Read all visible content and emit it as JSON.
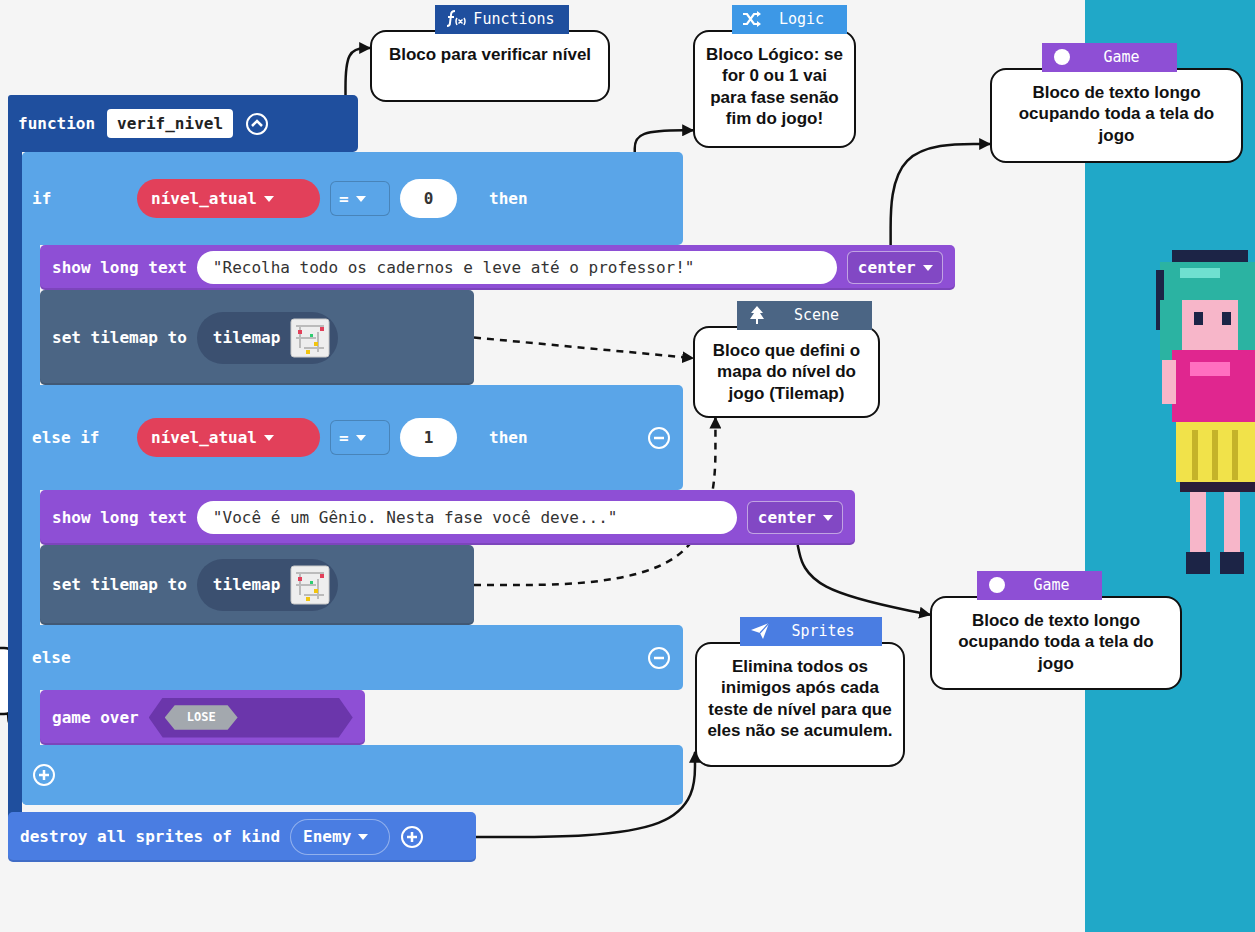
{
  "diagram": {
    "nodes": [
      {
        "text": [
          "function",
          "verif_nivel"
        ]
      },
      {
        "text": [
          "if",
          "then",
          "else if",
          "then",
          "else"
        ],
        "in": 0
      },
      {
        "text": [
          "nível_atual"
        ],
        "in": 1
      },
      {
        "text": [
          "="
        ],
        "in": 1
      },
      {
        "text": [
          "0"
        ],
        "in": 1
      },
      {
        "text": [
          "show long text",
          "center"
        ],
        "in": 1
      },
      {
        "text": [
          "\"Recolha todo os cadernos e leve até o professor!\""
        ],
        "in": 5
      },
      {
        "text": [
          "set tilemap to"
        ],
        "in": 1
      },
      {
        "text": [
          "tilemap"
        ],
        "in": 7
      },
      {
        "text": [
          "nível_atual"
        ],
        "in": 1
      },
      {
        "text": [
          "="
        ],
        "in": 1
      },
      {
        "text": [
          "1"
        ],
        "in": 1
      },
      {
        "text": [
          "show long text",
          "center"
        ],
        "in": 1
      },
      {
        "text": [
          "\"Você é um Gênio. Nesta fase você deve...\""
        ],
        "in": 12
      },
      {
        "text": [
          "set tilemap to"
        ],
        "in": 1
      },
      {
        "text": [
          "tilemap"
        ],
        "in": 14
      },
      {
        "text": [
          "game over"
        ],
        "in": 1
      },
      {
        "text": [
          "LOSE"
        ],
        "in": 16
      },
      {
        "text": [
          "destroy all sprites of kind"
        ],
        "in": 0
      },
      {
        "text": [
          "Enemy"
        ],
        "in": 18
      },
      {
        "text": [
          "Functions",
          "Bloco para verificar nível"
        ]
      },
      {
        "text": [
          "Logic",
          "Bloco Lógico: se for 0 ou 1 vai para fase senão fim do jogo!"
        ]
      },
      {
        "text": [
          "Game",
          "Bloco de texto longo ocupando toda a tela do jogo"
        ]
      },
      {
        "text": [
          "Scene",
          "Bloco que defini o mapa do nível do jogo (Tilemap)"
        ]
      },
      {
        "text": [
          "Game",
          "Bloco de texto longo ocupando toda a tela do jogo"
        ]
      },
      {
        "text": [
          "Sprites",
          "Elimina todos os inimigos após cada teste de nível para que eles não se acumulem."
        ]
      }
    ],
    "edges": [
      {
        "from": 0,
        "to": 20,
        "arrow": "to"
      },
      {
        "from": 1,
        "to": 21,
        "arrow": "to"
      },
      {
        "from": 5,
        "to": 22,
        "arrow": "to"
      },
      {
        "from": 7,
        "to": 23,
        "arrow": "to"
      },
      {
        "from": 14,
        "to": 23,
        "arrow": "to"
      },
      {
        "from": 12,
        "to": 24,
        "arrow": "to"
      },
      {
        "from": 18,
        "to": 25,
        "arrow": "to"
      }
    ]
  }
}
